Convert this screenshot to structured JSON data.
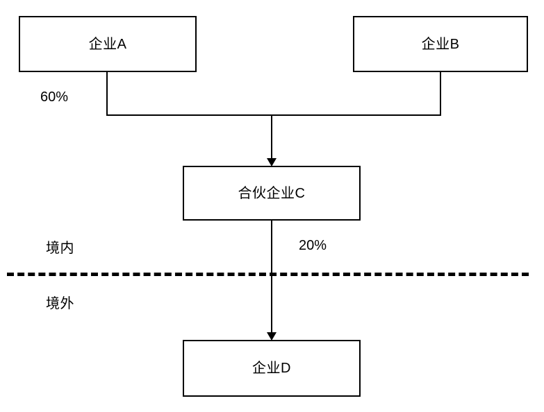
{
  "diagram": {
    "type": "org-ownership-structure",
    "nodes": [
      {
        "id": "a",
        "label": "企业A"
      },
      {
        "id": "b",
        "label": "企业B"
      },
      {
        "id": "c",
        "label": "合伙企业C"
      },
      {
        "id": "d",
        "label": "企业D"
      }
    ],
    "edges": [
      {
        "from": "a",
        "to": "c",
        "label": "60%"
      },
      {
        "from": "b",
        "to": "c",
        "label": ""
      },
      {
        "from": "c",
        "to": "d",
        "label": "20%"
      }
    ],
    "regions": {
      "onshore": "境内",
      "offshore": "境外"
    },
    "boundary": {
      "style": "dashed",
      "color": "#000000"
    },
    "colors": {
      "stroke": "#000000",
      "fill": "#ffffff",
      "text": "#000000"
    }
  }
}
